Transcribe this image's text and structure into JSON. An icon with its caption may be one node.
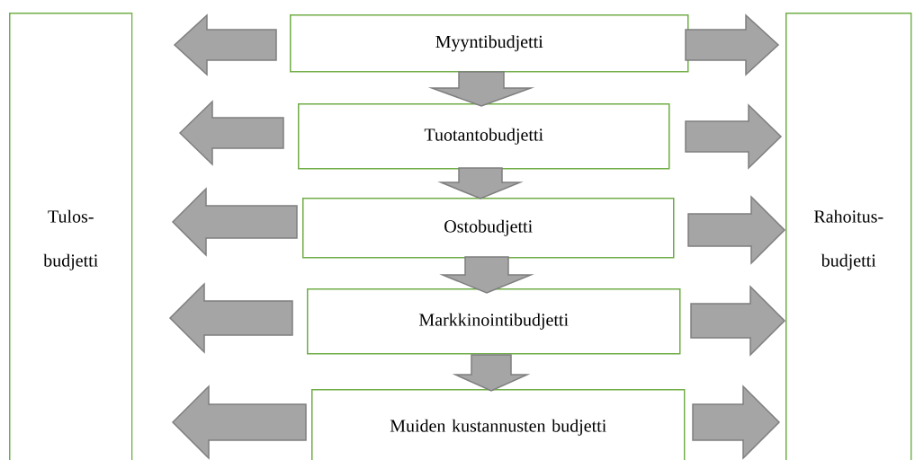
{
  "diagram": {
    "nodes": [
      {
        "text": [
          "Tulos- budjetti"
        ]
      },
      {
        "text": [
          "Myyntibudjetti"
        ]
      },
      {
        "text": [
          "Tuotantobudjetti"
        ]
      },
      {
        "text": [
          "Ostobudjetti"
        ]
      },
      {
        "text": [
          "Markkinointibudjetti"
        ]
      },
      {
        "text": [
          "Muiden kustannusten budjetti"
        ]
      },
      {
        "text": [
          "Rahoitus- budjetti"
        ]
      }
    ],
    "edges": [
      {
        "from": 1,
        "to": 2,
        "arrow": "to"
      },
      {
        "from": 2,
        "to": 3,
        "arrow": "to"
      },
      {
        "from": 3,
        "to": 4,
        "arrow": "to"
      },
      {
        "from": 4,
        "to": 5,
        "arrow": "to"
      },
      {
        "from": 1,
        "to": 0,
        "arrow": "to"
      },
      {
        "from": 2,
        "to": 0,
        "arrow": "to"
      },
      {
        "from": 3,
        "to": 0,
        "arrow": "to"
      },
      {
        "from": 4,
        "to": 0,
        "arrow": "to"
      },
      {
        "from": 5,
        "to": 0,
        "arrow": "to"
      },
      {
        "from": 1,
        "to": 6,
        "arrow": "to"
      },
      {
        "from": 2,
        "to": 6,
        "arrow": "to"
      },
      {
        "from": 3,
        "to": 6,
        "arrow": "to"
      },
      {
        "from": 4,
        "to": 6,
        "arrow": "to"
      },
      {
        "from": 5,
        "to": 6,
        "arrow": "to"
      }
    ]
  }
}
